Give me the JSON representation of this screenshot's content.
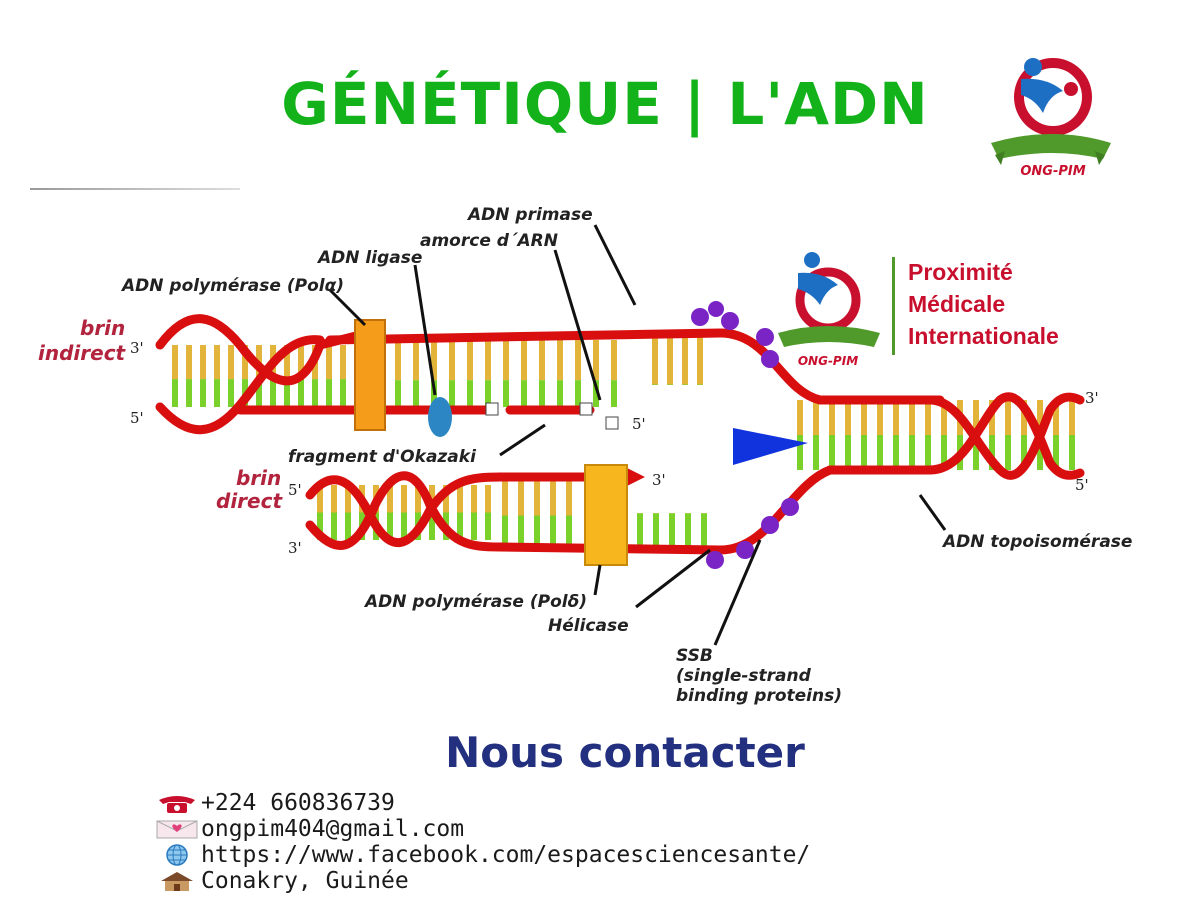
{
  "header": {
    "title": "GÉNÉTIQUE | L'ADN",
    "title_color": "#13b21b"
  },
  "logo": {
    "name": "ONG-PIM",
    "brand_lines": [
      "Proximité",
      "Médicale",
      "Internationale"
    ],
    "colors": {
      "red": "#c8102e",
      "blue": "#1d6fc4",
      "green": "#4f9a2b"
    }
  },
  "diagram": {
    "labels": {
      "primase": "ADN primase",
      "amorce": "amorce d´ARN",
      "ligase": "ADN ligase",
      "pol_alpha": "ADN polymérase (Polα)",
      "brin_indirect_1": "brin",
      "brin_indirect_2": "indirect",
      "brin_direct_1": "brin",
      "brin_direct_2": "direct",
      "okazaki": "fragment d'Okazaki",
      "pol_delta": "ADN polymérase (Polδ)",
      "helicase": "Hélicase",
      "ssb_1": "SSB",
      "ssb_2": "(single-strand",
      "ssb_3": "binding proteins)",
      "topo": "ADN topoisomérase"
    },
    "ends": {
      "indirect_left_top": "3'",
      "indirect_left_bottom": "5'",
      "okazaki_end": "5'",
      "direct_left_top": "5'",
      "direct_left_bottom": "3'",
      "direct_arrow_end": "3'",
      "right_top": "3'",
      "right_bottom": "5'"
    },
    "colors": {
      "backbone": "#d90f0f",
      "rung_green": "#7ad12a",
      "rung_yellow": "#e2b43a",
      "polymerase": "#f59c1a",
      "ligase": "#2c86c4",
      "helicase": "#1133dd",
      "ssb": "#7a24c6"
    }
  },
  "contact": {
    "title": "Nous contacter",
    "items": [
      {
        "icon": "phone-icon",
        "text": "+224 660836739"
      },
      {
        "icon": "envelope-icon",
        "text": "ongpim404@gmail.com"
      },
      {
        "icon": "globe-icon",
        "text": "https://www.facebook.com/espacesciencesante/"
      },
      {
        "icon": "house-icon",
        "text": "Conakry, Guinée"
      }
    ]
  }
}
